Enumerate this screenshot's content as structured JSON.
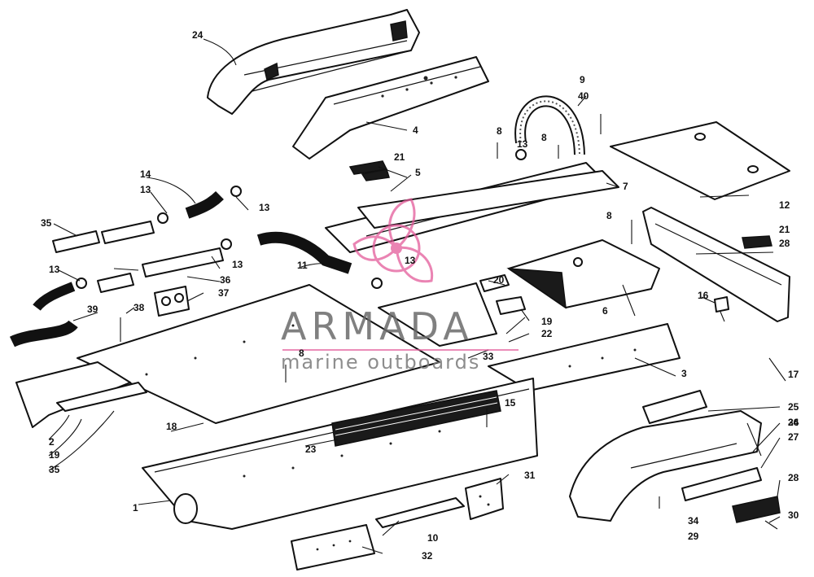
{
  "watermark": {
    "brand": "ARMADA",
    "tagline": "marine outboards",
    "logo_color": "#e35b9a"
  },
  "callouts": [
    "1",
    "2",
    "3",
    "4",
    "5",
    "6",
    "7",
    "8",
    "8",
    "8",
    "8",
    "9",
    "10",
    "11",
    "12",
    "13",
    "13",
    "13",
    "13",
    "13",
    "13",
    "14",
    "15",
    "16",
    "17",
    "18",
    "19",
    "19",
    "20",
    "21",
    "21",
    "22",
    "23",
    "24",
    "25",
    "26",
    "27",
    "28",
    "28",
    "29",
    "30",
    "31",
    "32",
    "33",
    "34",
    "34",
    "35",
    "35",
    "36",
    "37",
    "38",
    "39",
    "40"
  ]
}
